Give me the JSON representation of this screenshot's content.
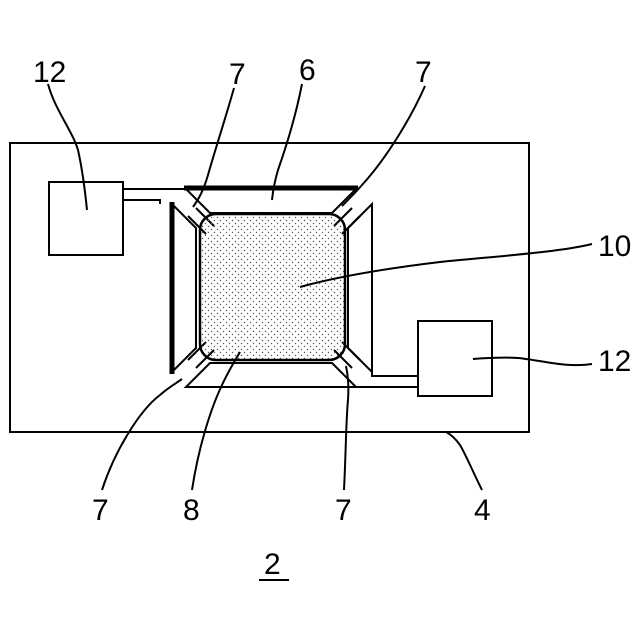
{
  "figure": {
    "number": "2",
    "labels": {
      "pad_left": "12",
      "pad_right": "12",
      "arm_top_left": "7",
      "arm_top_right": "7",
      "arm_bottom_left": "7",
      "arm_bottom_right": "7",
      "electrode_top": "6",
      "membrane": "10",
      "diaphragm": "8",
      "substrate": "4"
    }
  }
}
